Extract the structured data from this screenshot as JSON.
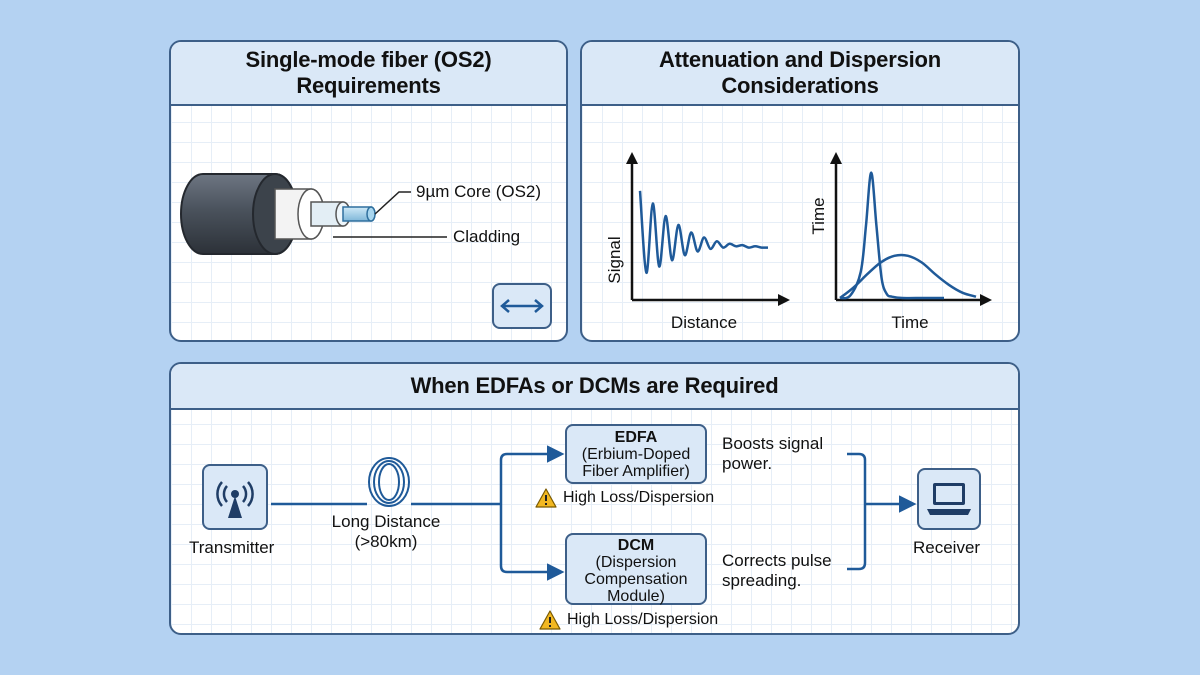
{
  "panels": {
    "fiber": {
      "title": [
        "Single-mode fiber (OS2)",
        "Requirements"
      ],
      "core_label": "9µm Core (OS2)",
      "cladding_label": "Cladding"
    },
    "attenuation": {
      "title": [
        "Attenuation and Dispersion",
        "Considerations"
      ]
    },
    "edfa_dcm": {
      "title": "When EDFAs or DCMs are Required",
      "transmitter_label": "Transmitter",
      "fiber_label": [
        "Long Distance",
        "(>80km)"
      ],
      "edfa": {
        "title": "EDFA",
        "lines": [
          "(Erbium-Doped",
          "Fiber Amplifier)"
        ],
        "note": [
          "Boosts signal",
          "power."
        ],
        "warning": "High Loss/Dispersion"
      },
      "dcm": {
        "title": "DCM",
        "lines": [
          "(Dispersion",
          "Compensation",
          "Module)"
        ],
        "note": [
          "Corrects pulse",
          "spreading."
        ],
        "warning": "High Loss/Dispersion"
      },
      "receiver_label": "Receiver"
    }
  },
  "chart_data": [
    {
      "type": "line",
      "xlabel": "Distance",
      "ylabel": "Signal",
      "series": [
        {
          "x": [
            0,
            0.05,
            0.1,
            0.15,
            0.2,
            0.25,
            0.3,
            0.35,
            0.4,
            0.45,
            0.5,
            0.55,
            0.6,
            0.65,
            0.7,
            0.75,
            0.8,
            0.85,
            0.9,
            0.95,
            1.0
          ],
          "values": [
            0.85,
            0.2,
            0.75,
            0.25,
            0.65,
            0.3,
            0.58,
            0.34,
            0.52,
            0.37,
            0.48,
            0.39,
            0.45,
            0.4,
            0.43,
            0.41,
            0.42,
            0.4,
            0.41,
            0.4,
            0.4
          ]
        }
      ]
    },
    {
      "type": "line",
      "xlabel": "Time",
      "ylabel": "Time",
      "series": [
        {
          "x": [
            0,
            0.1,
            0.2,
            0.25,
            0.3,
            0.35,
            0.4,
            0.45,
            0.5,
            0.6,
            0.8,
            1.0
          ],
          "values": [
            0,
            0.02,
            0.2,
            0.55,
            0.95,
            0.55,
            0.15,
            0.03,
            0.01,
            0,
            0,
            0
          ]
        },
        {
          "x": [
            0,
            0.1,
            0.2,
            0.3,
            0.4,
            0.5,
            0.6,
            0.7,
            0.8,
            0.9,
            1.0
          ],
          "values": [
            0,
            0.08,
            0.18,
            0.27,
            0.32,
            0.32,
            0.27,
            0.18,
            0.1,
            0.04,
            0.01
          ]
        }
      ]
    }
  ],
  "colors": {
    "accent": "#1f5a99",
    "border": "#3d5f88",
    "header_fill": "#dae8f7",
    "background": "#b4d2f2",
    "warning": "#f2b822"
  }
}
